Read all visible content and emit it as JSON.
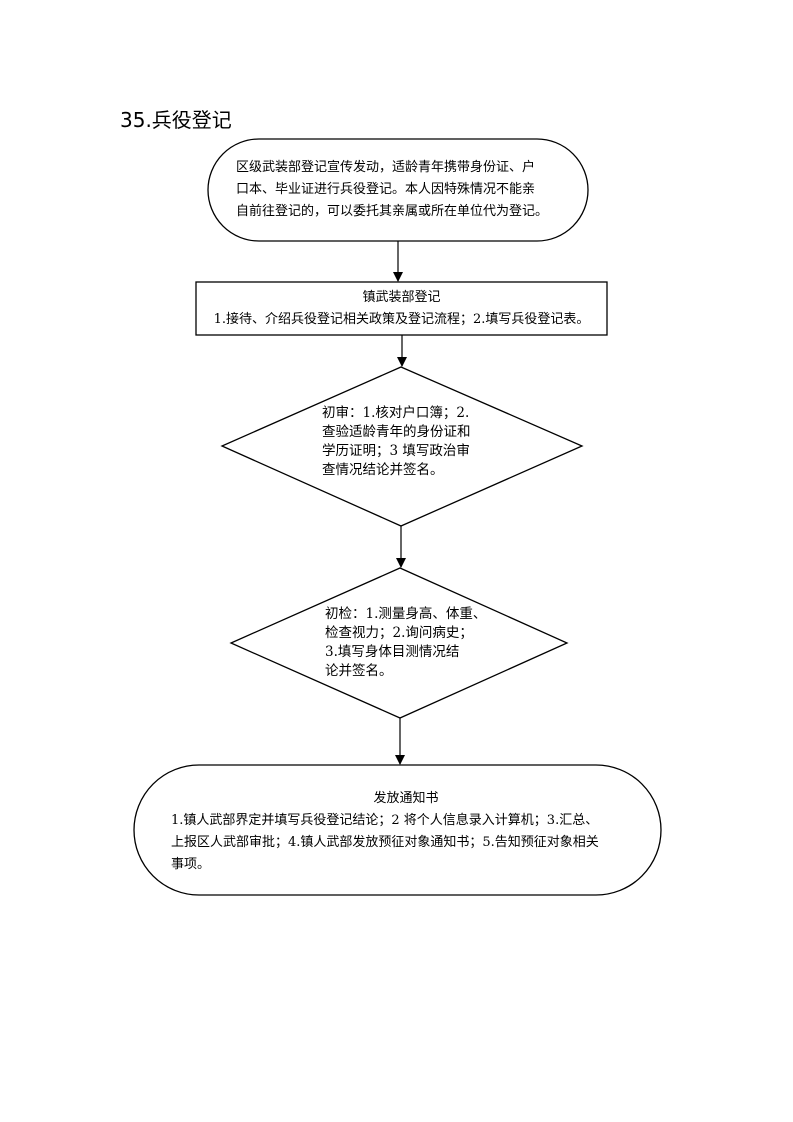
{
  "title": "35.兵役登记",
  "steps": [
    {
      "id": "publicity",
      "shape": "rounded",
      "lines": [
        "区级武装部登记宣传发动，适龄青年携带身份证、户",
        "口本、毕业证进行兵役登记。本人因特殊情况不能亲",
        "自前往登记的，可以委托其亲属或所在单位代为登记。"
      ]
    },
    {
      "id": "town-register",
      "shape": "rect",
      "heading": "镇武装部登记",
      "lines": [
        "1.接待、介绍兵役登记相关政策及登记流程；2.填写兵役登记表。"
      ]
    },
    {
      "id": "initial-review",
      "shape": "diamond",
      "lines": [
        "初审：1.核对户口簿；2.",
        "查验适龄青年的身份证和",
        "学历证明；3 填写政治审",
        "查情况结论并签名。"
      ]
    },
    {
      "id": "initial-exam",
      "shape": "diamond",
      "lines": [
        "初检：1.测量身高、体重、",
        "检查视力；2.询问病史；",
        "3.填写身体目测情况结",
        "论并签名。"
      ]
    },
    {
      "id": "issue-notice",
      "shape": "rounded",
      "heading": "发放通知书",
      "lines": [
        "1.镇人武部界定并填写兵役登记结论；2 将个人信息录入计算机；3.汇总、",
        "上报区人武部审批；4.镇人武部发放预征对象通知书；5.告知预征对象相关",
        "事项。"
      ]
    }
  ]
}
